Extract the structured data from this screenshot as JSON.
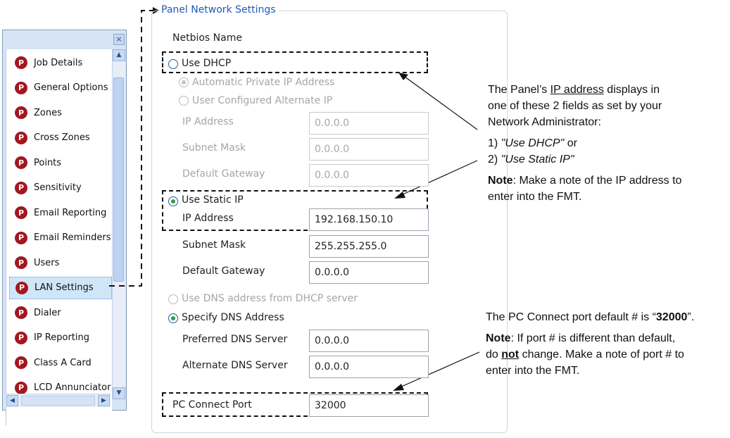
{
  "sidebar": {
    "items": [
      {
        "label": "Job Details"
      },
      {
        "label": "General Options"
      },
      {
        "label": "Zones"
      },
      {
        "label": "Cross Zones"
      },
      {
        "label": "Points"
      },
      {
        "label": "Sensitivity"
      },
      {
        "label": "Email Reporting"
      },
      {
        "label": "Email Reminders"
      },
      {
        "label": "Users"
      },
      {
        "label": "LAN Settings"
      },
      {
        "label": "Dialer"
      },
      {
        "label": "IP Reporting"
      },
      {
        "label": "Class A Card"
      },
      {
        "label": "LCD Annunciator"
      }
    ],
    "active_item": "LAN Settings",
    "item_icon_glyph": "P",
    "close_glyph": "×"
  },
  "panel": {
    "title": "Panel Network Settings",
    "netbios_label": "Netbios Name",
    "use_dhcp_label": "Use DHCP",
    "auto_private_label": "Automatic Private IP Address",
    "user_configured_label": "User Configured Alternate IP",
    "dhcp_fields": [
      {
        "label": "IP Address",
        "value": "0.0.0.0"
      },
      {
        "label": "Subnet Mask",
        "value": "0.0.0.0"
      },
      {
        "label": "Default Gateway",
        "value": "0.0.0.0"
      }
    ],
    "use_static_label": "Use Static IP",
    "static_fields": [
      {
        "label": "IP Address",
        "value": "192.168.150.10"
      },
      {
        "label": "Subnet Mask",
        "value": "255.255.255.0"
      },
      {
        "label": "Default Gateway",
        "value": "0.0.0.0"
      }
    ],
    "use_dns_dhcp_label": "Use DNS address from DHCP server",
    "specify_dns_label": "Specify DNS Address",
    "dns_fields": [
      {
        "label": "Preferred DNS Server",
        "value": "0.0.0.0"
      },
      {
        "label": "Alternate DNS Server",
        "value": "0.0.0.0"
      }
    ],
    "pc_connect_label": "PC Connect Port",
    "pc_connect_value": "32000",
    "selected_ip_mode": "Use Static IP",
    "selected_dns_mode": "Specify DNS Address"
  },
  "annotations": {
    "ip_note": {
      "line1_pre": "The Panel’s ",
      "line1_link": "IP address",
      "line1_post": " displays in",
      "line2": "one of these 2 fields as set by your",
      "line3": "Network Administrator:",
      "opt1_num": "1) ",
      "opt1_text": "\"Use DHCP\"",
      "opt1_post": " or",
      "opt2_num": "2) ",
      "opt2_text": "\"Use Static IP\"",
      "note_label": "Note",
      "note_text": ": Make a note of the IP address to",
      "note_text2": "enter into the FMT."
    },
    "port_note": {
      "line1_pre": "The PC Connect port default # is “",
      "line1_bold": "32000",
      "line1_post": "”.",
      "note_label": "Note",
      "note_text": ": If port # is different than default,",
      "line3_pre": "do ",
      "line3_bold": "not",
      "line3_post": " change. Make a note of port # to",
      "line4": "enter into the FMT."
    }
  },
  "colors": {
    "legend_blue": "#1f5bb8",
    "radio_green": "#27a04a",
    "icon_red": "#a3171f",
    "sidebar_bg": "#d7e4f5"
  }
}
